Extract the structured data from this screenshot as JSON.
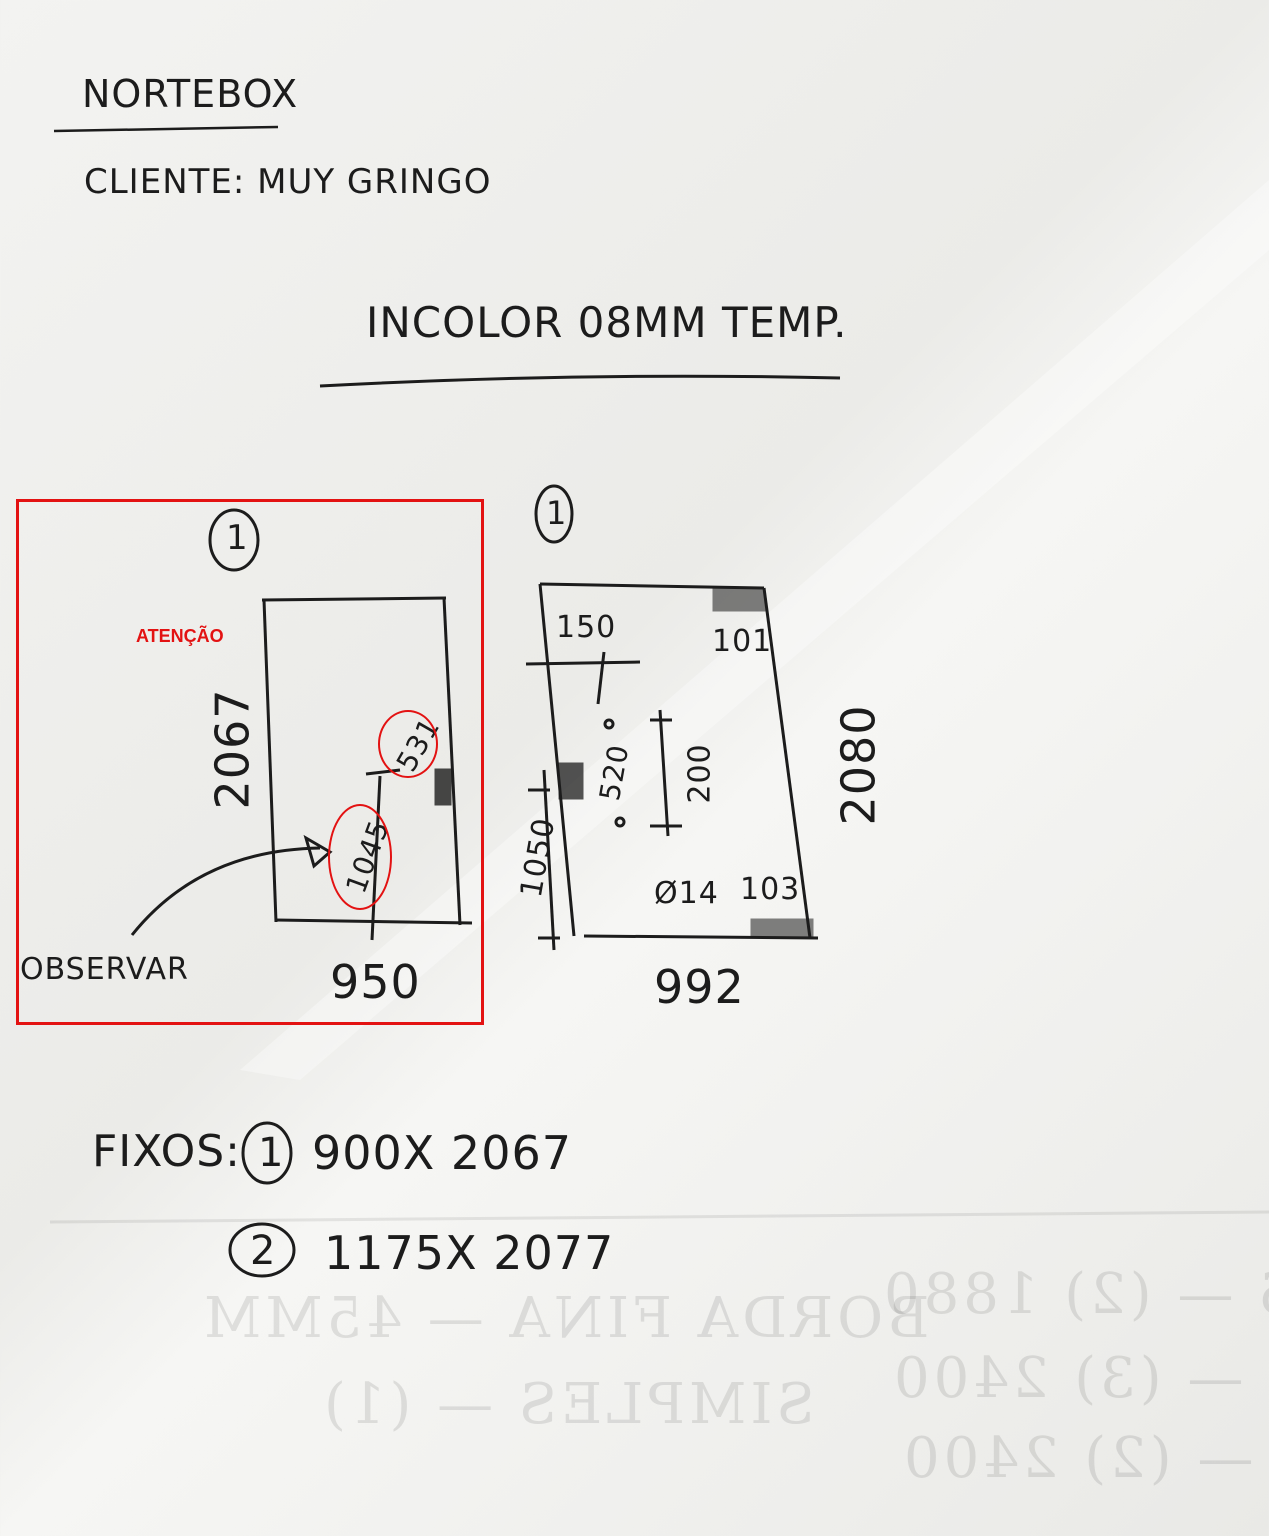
{
  "header": {
    "company": "NORTEBOX",
    "client": "CLIENTE: MUY GRINGO"
  },
  "glass_spec": "INCOLOR 08MM TEMP.",
  "panels": [
    {
      "number": "1",
      "height": "2067",
      "width": "950",
      "marks": [
        "531",
        "1045"
      ],
      "note": "OBSERVAR"
    },
    {
      "number": "1",
      "height": "2080",
      "width": "992",
      "dimensions": [
        "150",
        "101",
        "520",
        "200",
        "1050",
        "Ø14",
        "103"
      ]
    }
  ],
  "fixed_list": {
    "label": "FIXOS:",
    "items": [
      {
        "number": "1",
        "size": "900X 2067"
      },
      {
        "number": "2",
        "size": "1175X 2077"
      }
    ]
  },
  "annotation": {
    "label": "ATENÇÃO",
    "color": "#e31212"
  }
}
